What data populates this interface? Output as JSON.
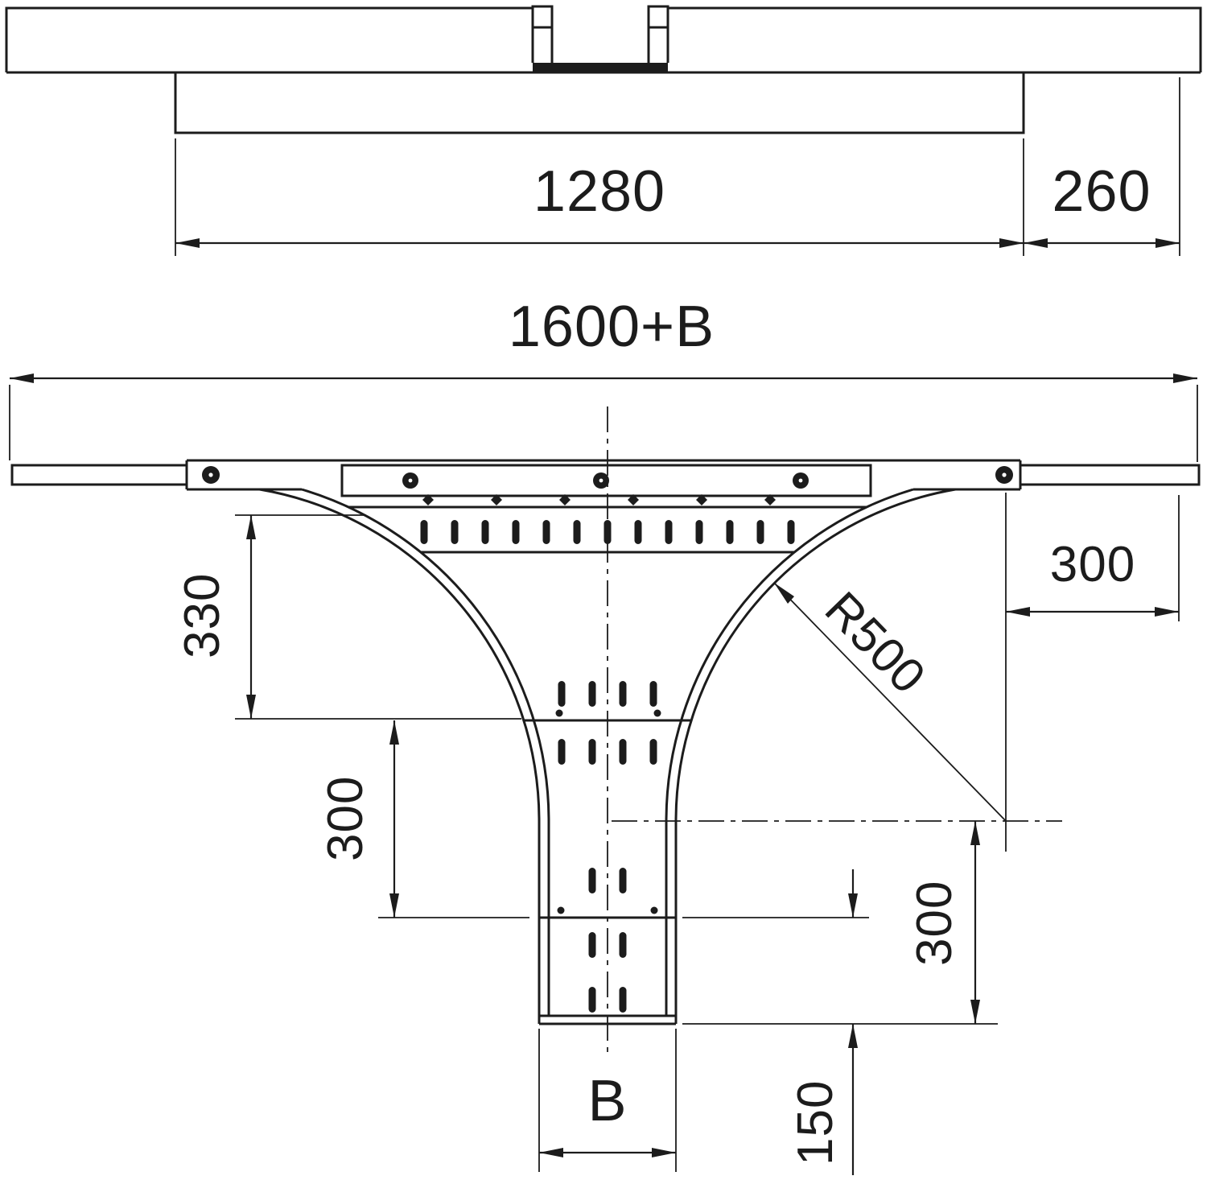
{
  "page": {
    "background": "#ffffff",
    "line_color": "#1c1c1c",
    "drawing_type": "cable-tray add-on tee, dimensioned technical drawing"
  },
  "dimensions": {
    "cover_length": "1280",
    "end_offset": "260",
    "overall_width": "1600+B",
    "left_depth": "330",
    "branch_left": "300",
    "bend_radius": "R500",
    "right_offset": "300",
    "branch_right": "300",
    "branch_end": "150",
    "branch_width": "B"
  }
}
